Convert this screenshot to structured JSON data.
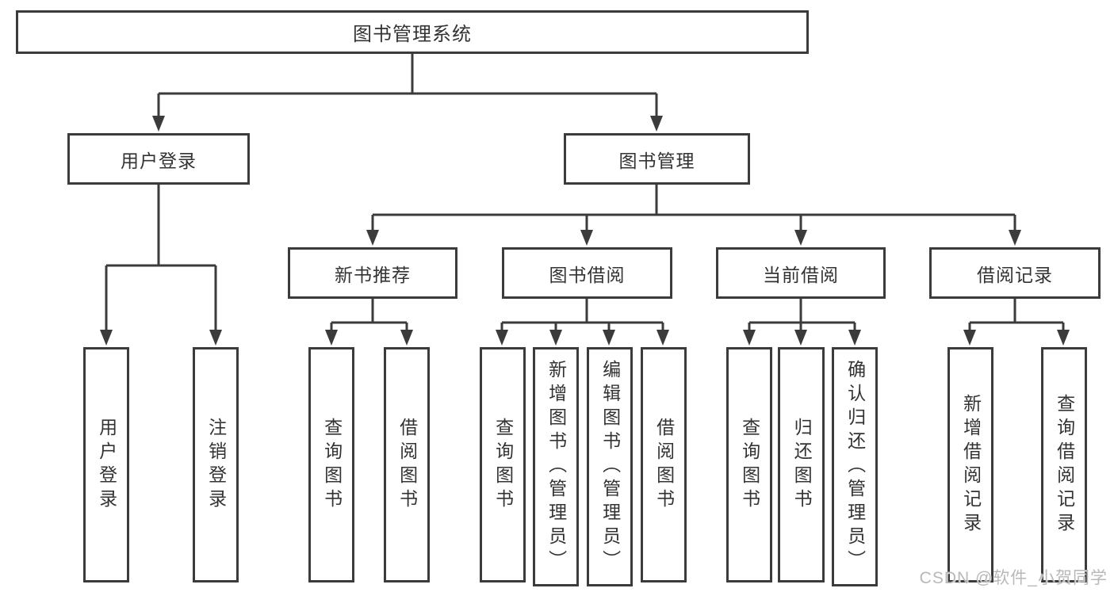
{
  "colors": {
    "line": "#3b3b3b",
    "text": "#333333",
    "background": "#ffffff",
    "watermark": "#b8b8b8"
  },
  "watermark": {
    "text": "CSDN @软件_小贺同学"
  },
  "diagram": {
    "root": {
      "label": "图书管理系统"
    },
    "branches": [
      {
        "label": "用户登录",
        "children": [
          {
            "label": "用户登录"
          },
          {
            "label": "注销登录"
          }
        ]
      },
      {
        "label": "图书管理",
        "children": [
          {
            "label": "新书推荐",
            "children": [
              {
                "label": "查询图书"
              },
              {
                "label": "借阅图书"
              }
            ]
          },
          {
            "label": "图书借阅",
            "children": [
              {
                "label": "查询图书"
              },
              {
                "label": "新增图书（管理员）"
              },
              {
                "label": "编辑图书（管理员）"
              },
              {
                "label": "借阅图书"
              }
            ]
          },
          {
            "label": "当前借阅",
            "children": [
              {
                "label": "查询图书"
              },
              {
                "label": "归还图书"
              },
              {
                "label": "确认归还（管理员）"
              }
            ]
          },
          {
            "label": "借阅记录",
            "children": [
              {
                "label": "新增借阅记录"
              },
              {
                "label": "查询借阅记录"
              }
            ]
          }
        ]
      }
    ]
  }
}
